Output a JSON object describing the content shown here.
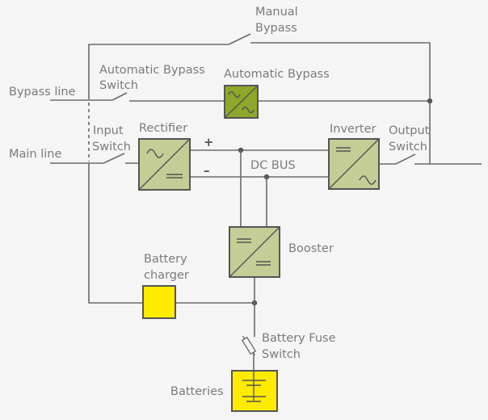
{
  "diagram": {
    "title": "UPS block diagram",
    "colors": {
      "background": "#f5f5f5",
      "wire": "#6b6b6b",
      "converter_fill": "#c5cd96",
      "bypass_fill": "#8da82a",
      "battery_fill": "#ffeb00",
      "outline": "#555555",
      "label": "#7b7b7b"
    },
    "labels": {
      "manual_bypass": [
        "Manual",
        "Bypass"
      ],
      "auto_bypass_switch": [
        "Automatic Bypass",
        "Switch"
      ],
      "auto_bypass": "Automatic Bypass",
      "bypass_line": "Bypass line",
      "main_line": "Main line",
      "input_switch": [
        "Input",
        "Switch"
      ],
      "rectifier": "Rectifier",
      "inverter": "Inverter",
      "output_switch": [
        "Output",
        "Switch"
      ],
      "dc_bus": "DC BUS",
      "plus": "+",
      "minus": "–",
      "booster": "Booster",
      "battery_charger": [
        "Battery",
        "charger"
      ],
      "battery_fuse_switch": [
        "Battery Fuse",
        "Switch"
      ],
      "batteries": "Batteries"
    },
    "blocks": [
      {
        "id": "rectifier",
        "input": "AC",
        "output": "DC"
      },
      {
        "id": "inverter",
        "input": "DC",
        "output": "AC"
      },
      {
        "id": "booster",
        "input": "DC",
        "output": "DC"
      },
      {
        "id": "auto-bypass",
        "input": "AC",
        "output": "AC"
      },
      {
        "id": "battery-charger"
      },
      {
        "id": "batteries"
      }
    ]
  }
}
